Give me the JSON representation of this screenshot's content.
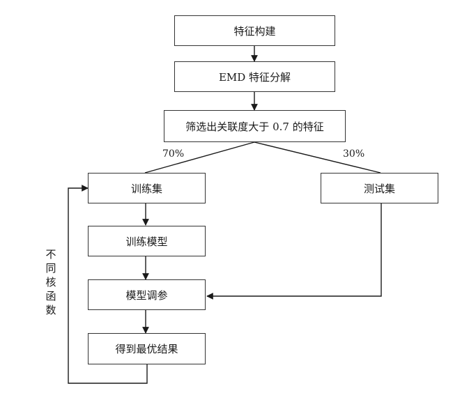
{
  "nodes": {
    "feature_build": "特征构建",
    "emd_decompose": "EMD 特征分解",
    "select_features": "筛选出关联度大于 0.7 的特征",
    "train_set": "训练集",
    "test_set": "测试集",
    "train_model": "训练模型",
    "tune_model": "模型调参",
    "best_result": "得到最优结果"
  },
  "edge_labels": {
    "train_split": "70%",
    "test_split": "30%"
  },
  "loop_label": "不同核函数",
  "colors": {
    "line": "#1a1a1a",
    "border": "#333333"
  }
}
